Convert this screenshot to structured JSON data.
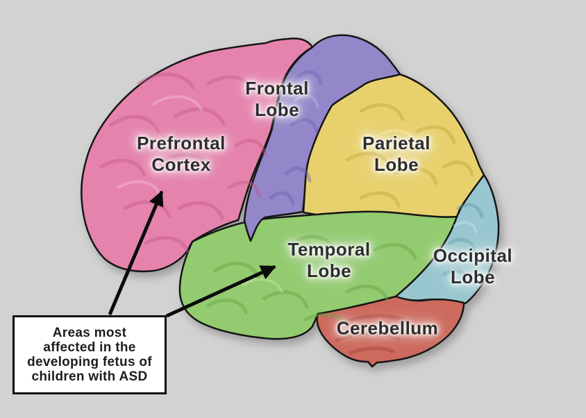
{
  "background_color": "#d2d2d2",
  "outline_color": "#141414",
  "label_color": "#2d2d2d",
  "arrow_color": "#0a0a0a",
  "regions": {
    "prefrontal_cortex": {
      "name": "Prefrontal Cortex",
      "line1": "Prefrontal",
      "line2": "Cortex",
      "color": "#e583ad"
    },
    "frontal_lobe": {
      "name": "Frontal Lobe",
      "line1": "Frontal",
      "line2": "Lobe",
      "color": "#9386c9"
    },
    "parietal_lobe": {
      "name": "Parietal Lobe",
      "line1": "Parietal",
      "line2": "Lobe",
      "color": "#e8d16d"
    },
    "temporal_lobe": {
      "name": "Temporal Lobe",
      "line1": "Temporal",
      "line2": "Lobe",
      "color": "#93cb70"
    },
    "occipital_lobe": {
      "name": "Occipital Lobe",
      "line1": "Occipital",
      "line2": "Lobe",
      "color": "#99c7cf"
    },
    "cerebellum": {
      "name": "Cerebellum",
      "line1": "Cerebellum",
      "line2": "",
      "color": "#cd6a5d"
    }
  },
  "callout": {
    "background": "#ffffff",
    "border_color": "#111111",
    "line1": "Areas most",
    "line2": "affected in the",
    "line3": "developing fetus of",
    "line4": "children with ASD"
  }
}
